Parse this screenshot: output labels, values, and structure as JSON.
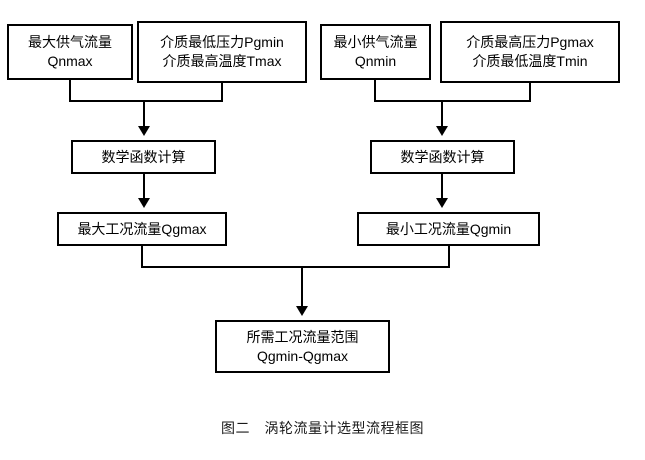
{
  "diagram": {
    "title": "涡轮流量计选型流程框图",
    "caption": {
      "figure_label": "图二",
      "figure_title": "涡轮流量计选型流程框图",
      "full": "图二　涡轮流量计选型流程框图"
    },
    "colors": {
      "stroke": "#000000",
      "fill": "#ffffff",
      "text": "#000000",
      "caption_text": "#1a1a1a"
    },
    "nodes": {
      "qnmax": {
        "id": "max-supply-flow",
        "line1": "最大供气流量",
        "line2": "Qnmax"
      },
      "pgmin": {
        "id": "medium-min-pressure-max-temp",
        "line1": "介质最低压力Pgmin",
        "line2": "介质最高温度Tmax"
      },
      "qnmin": {
        "id": "min-supply-flow",
        "line1": "最小供气流量",
        "line2": "Qnmin"
      },
      "pgmax": {
        "id": "medium-max-pressure-min-temp",
        "line1": "介质最高压力Pgmax",
        "line2": "介质最低温度Tmin"
      },
      "math_left": {
        "id": "math-function-calculation-left",
        "line1": "数学函数计算"
      },
      "math_right": {
        "id": "math-function-calculation-right",
        "line1": "数学函数计算"
      },
      "qgmax": {
        "id": "max-working-condition-flow",
        "line1": "最大工况流量Qgmax"
      },
      "qgmin": {
        "id": "min-working-condition-flow",
        "line1": "最小工况流量Qgmin"
      },
      "result": {
        "id": "required-working-condition-flow-range",
        "line1": "所需工况流量范围",
        "line2": "Qgmin-Qgmax"
      }
    },
    "edges": [
      {
        "from": "qnmax",
        "to": "math_left",
        "type": "merge-elbow",
        "arrow": true
      },
      {
        "from": "pgmin",
        "to": "math_left",
        "type": "merge-elbow",
        "arrow": true
      },
      {
        "from": "qnmin",
        "to": "math_right",
        "type": "merge-elbow",
        "arrow": true
      },
      {
        "from": "pgmax",
        "to": "math_right",
        "type": "merge-elbow",
        "arrow": true
      },
      {
        "from": "math_left",
        "to": "qgmax",
        "type": "straight",
        "arrow": true
      },
      {
        "from": "math_right",
        "to": "qgmin",
        "type": "straight",
        "arrow": true
      },
      {
        "from": "qgmax",
        "to": "result",
        "type": "merge-elbow",
        "arrow": true
      },
      {
        "from": "qgmin",
        "to": "result",
        "type": "merge-elbow",
        "arrow": true
      }
    ]
  }
}
